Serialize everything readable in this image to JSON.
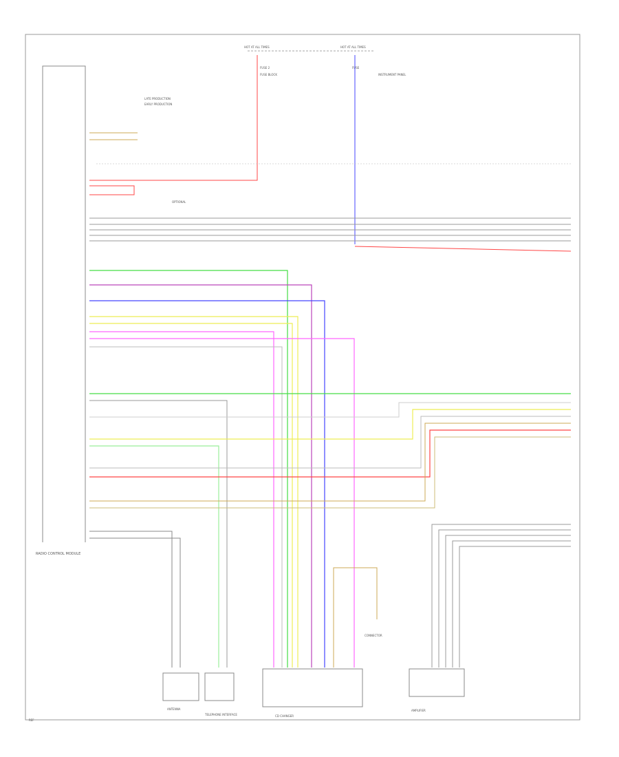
{
  "labels": {
    "fuse_left_top": "HOT AT ALL TIMES",
    "fuse_right_top": "HOT AT ALL TIMES",
    "fuse_left_sub": "FUSE 2",
    "fuse_right_sub": "FUSE",
    "fuse_left_block": "FUSE BLOCK",
    "fuse_right_block": "INSTRUMENT PANEL",
    "note_prod_a": "LATE PRODUCTION",
    "note_prod_b": "EARLY PRODUCTION",
    "note_optional": "OPTIONAL",
    "module_main": "RADIO CONTROL MODULE",
    "comp_antenna": "ANTENNA",
    "comp_telephone": "TELEPHONE INTERFACE",
    "comp_amplifier": "AMPLIFIER",
    "comp_cd_changer": "CD CHANGER",
    "comp_connector": "CONNECTOR",
    "page_ref": "REF"
  },
  "colors": {
    "red": "#ff4444",
    "blue": "#4444ff",
    "green": "#44dd44",
    "purple": "#bb44bb",
    "yellow": "#eeee55",
    "pink": "#ff66ff",
    "tan": "#ccaa55",
    "gray": "#888888",
    "frame": "#999999"
  }
}
